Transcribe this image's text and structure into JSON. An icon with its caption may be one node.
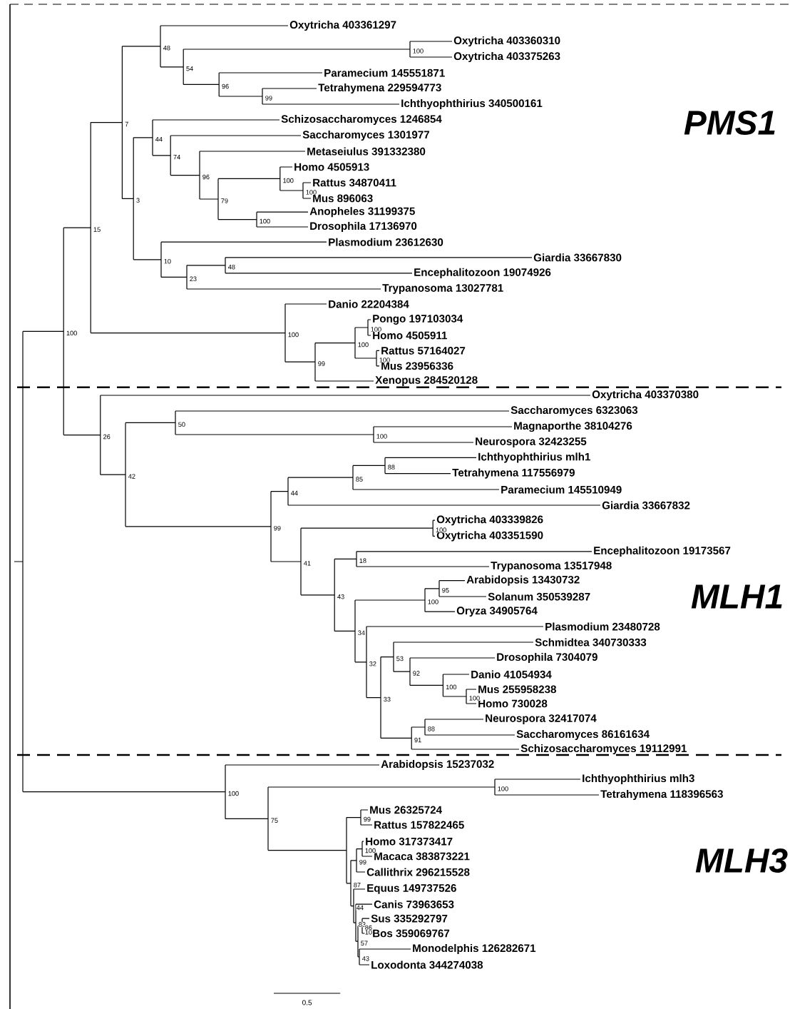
{
  "diagram": {
    "labels": [
      "Oxytricha 403361297",
      "Oxytricha 403360310",
      "Oxytricha 403375263",
      "Paramecium 145551871",
      "Tetrahymena 229594773",
      "Ichthyophthirius 340500161",
      "Schizosaccharomyces 1246854",
      "Saccharomyces 1301977",
      "Metaseiulus 391332380",
      "Homo 4505913",
      "Rattus 34870411",
      "Mus 896063",
      "Anopheles 31199375",
      "Drosophila 17136970",
      "Plasmodium 23612630",
      "Giardia 33667830",
      "Encephalitozoon 19074926",
      "Trypanosoma 13027781",
      "Danio 22204384",
      "Pongo 197103034",
      "Homo 4505911",
      "Rattus 57164027",
      "Mus 23956336",
      "Xenopus 284520128",
      "Oxytricha 403370380",
      "Saccharomyces 6323063",
      "Magnaporthe 38104276",
      "Neurospora 32423255",
      "Ichthyophthirius mlh1",
      "Tetrahymena 117556979",
      "Paramecium 145510949",
      "Giardia 33667832",
      "Oxytricha 403339826",
      "Oxytricha 403351590",
      "Encephalitozoon 19173567",
      "Trypanosoma 13517948",
      "Arabidopsis 13430732",
      "Solanum 350539287",
      "Oryza 34905764",
      "Plasmodium 23480728",
      "Schmidtea 340730333",
      "Drosophila 7304079",
      "Danio 41054934",
      "Mus 255958238",
      "Homo 730028",
      "Neurospora 32417074",
      "Saccharomyces 86161634",
      "Schizosaccharomyces 19112991",
      "Arabidopsis 15237032",
      "Ichthyophthirius mlh3",
      "Tetrahymena 118396563",
      "Mus 26325724",
      "Rattus 157822465",
      "Homo 317373417",
      "Macaca 383873221",
      "Callithrix 296215528",
      "Equus 149737526",
      "Canis 73963653",
      "Sus 335292797",
      "Bos 359069767",
      "Monodelphis 126282671",
      "Loxodonta 344274038",
      "100",
      "15",
      "7",
      "48",
      "54",
      "100",
      "96",
      "99",
      "3",
      "44",
      "74",
      "96",
      "79",
      "100",
      "100",
      "100",
      "10",
      "23",
      "48",
      "100",
      "99",
      "100",
      "100",
      "100",
      "26",
      "42",
      "50",
      "100",
      "99",
      "44",
      "85",
      "88",
      "41",
      "100",
      "43",
      "18",
      "34",
      "100",
      "95",
      "32",
      "33",
      "53",
      "92",
      "100",
      "100",
      "91",
      "88",
      "100",
      "75",
      "100",
      "99",
      "87",
      "99",
      "100",
      "44",
      "83",
      "57",
      "86",
      "10",
      "43",
      "PMS1",
      "MLH1",
      "MLH3",
      "0.5"
    ]
  }
}
